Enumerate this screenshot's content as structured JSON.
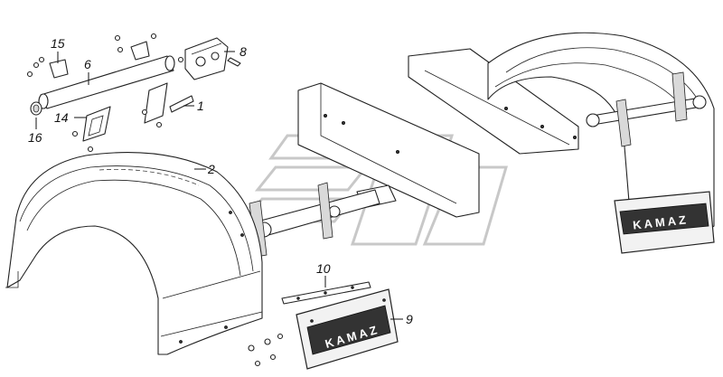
{
  "diagram": {
    "callouts": [
      {
        "id": "c15",
        "label": "15"
      },
      {
        "id": "c6",
        "label": "6"
      },
      {
        "id": "c8",
        "label": "8"
      },
      {
        "id": "c14",
        "label": "14"
      },
      {
        "id": "c16",
        "label": "16"
      },
      {
        "id": "c1",
        "label": "1"
      },
      {
        "id": "c2",
        "label": "2"
      },
      {
        "id": "c10",
        "label": "10"
      },
      {
        "id": "c9",
        "label": "9"
      }
    ],
    "mudflap_brand": "KAMAZ"
  }
}
